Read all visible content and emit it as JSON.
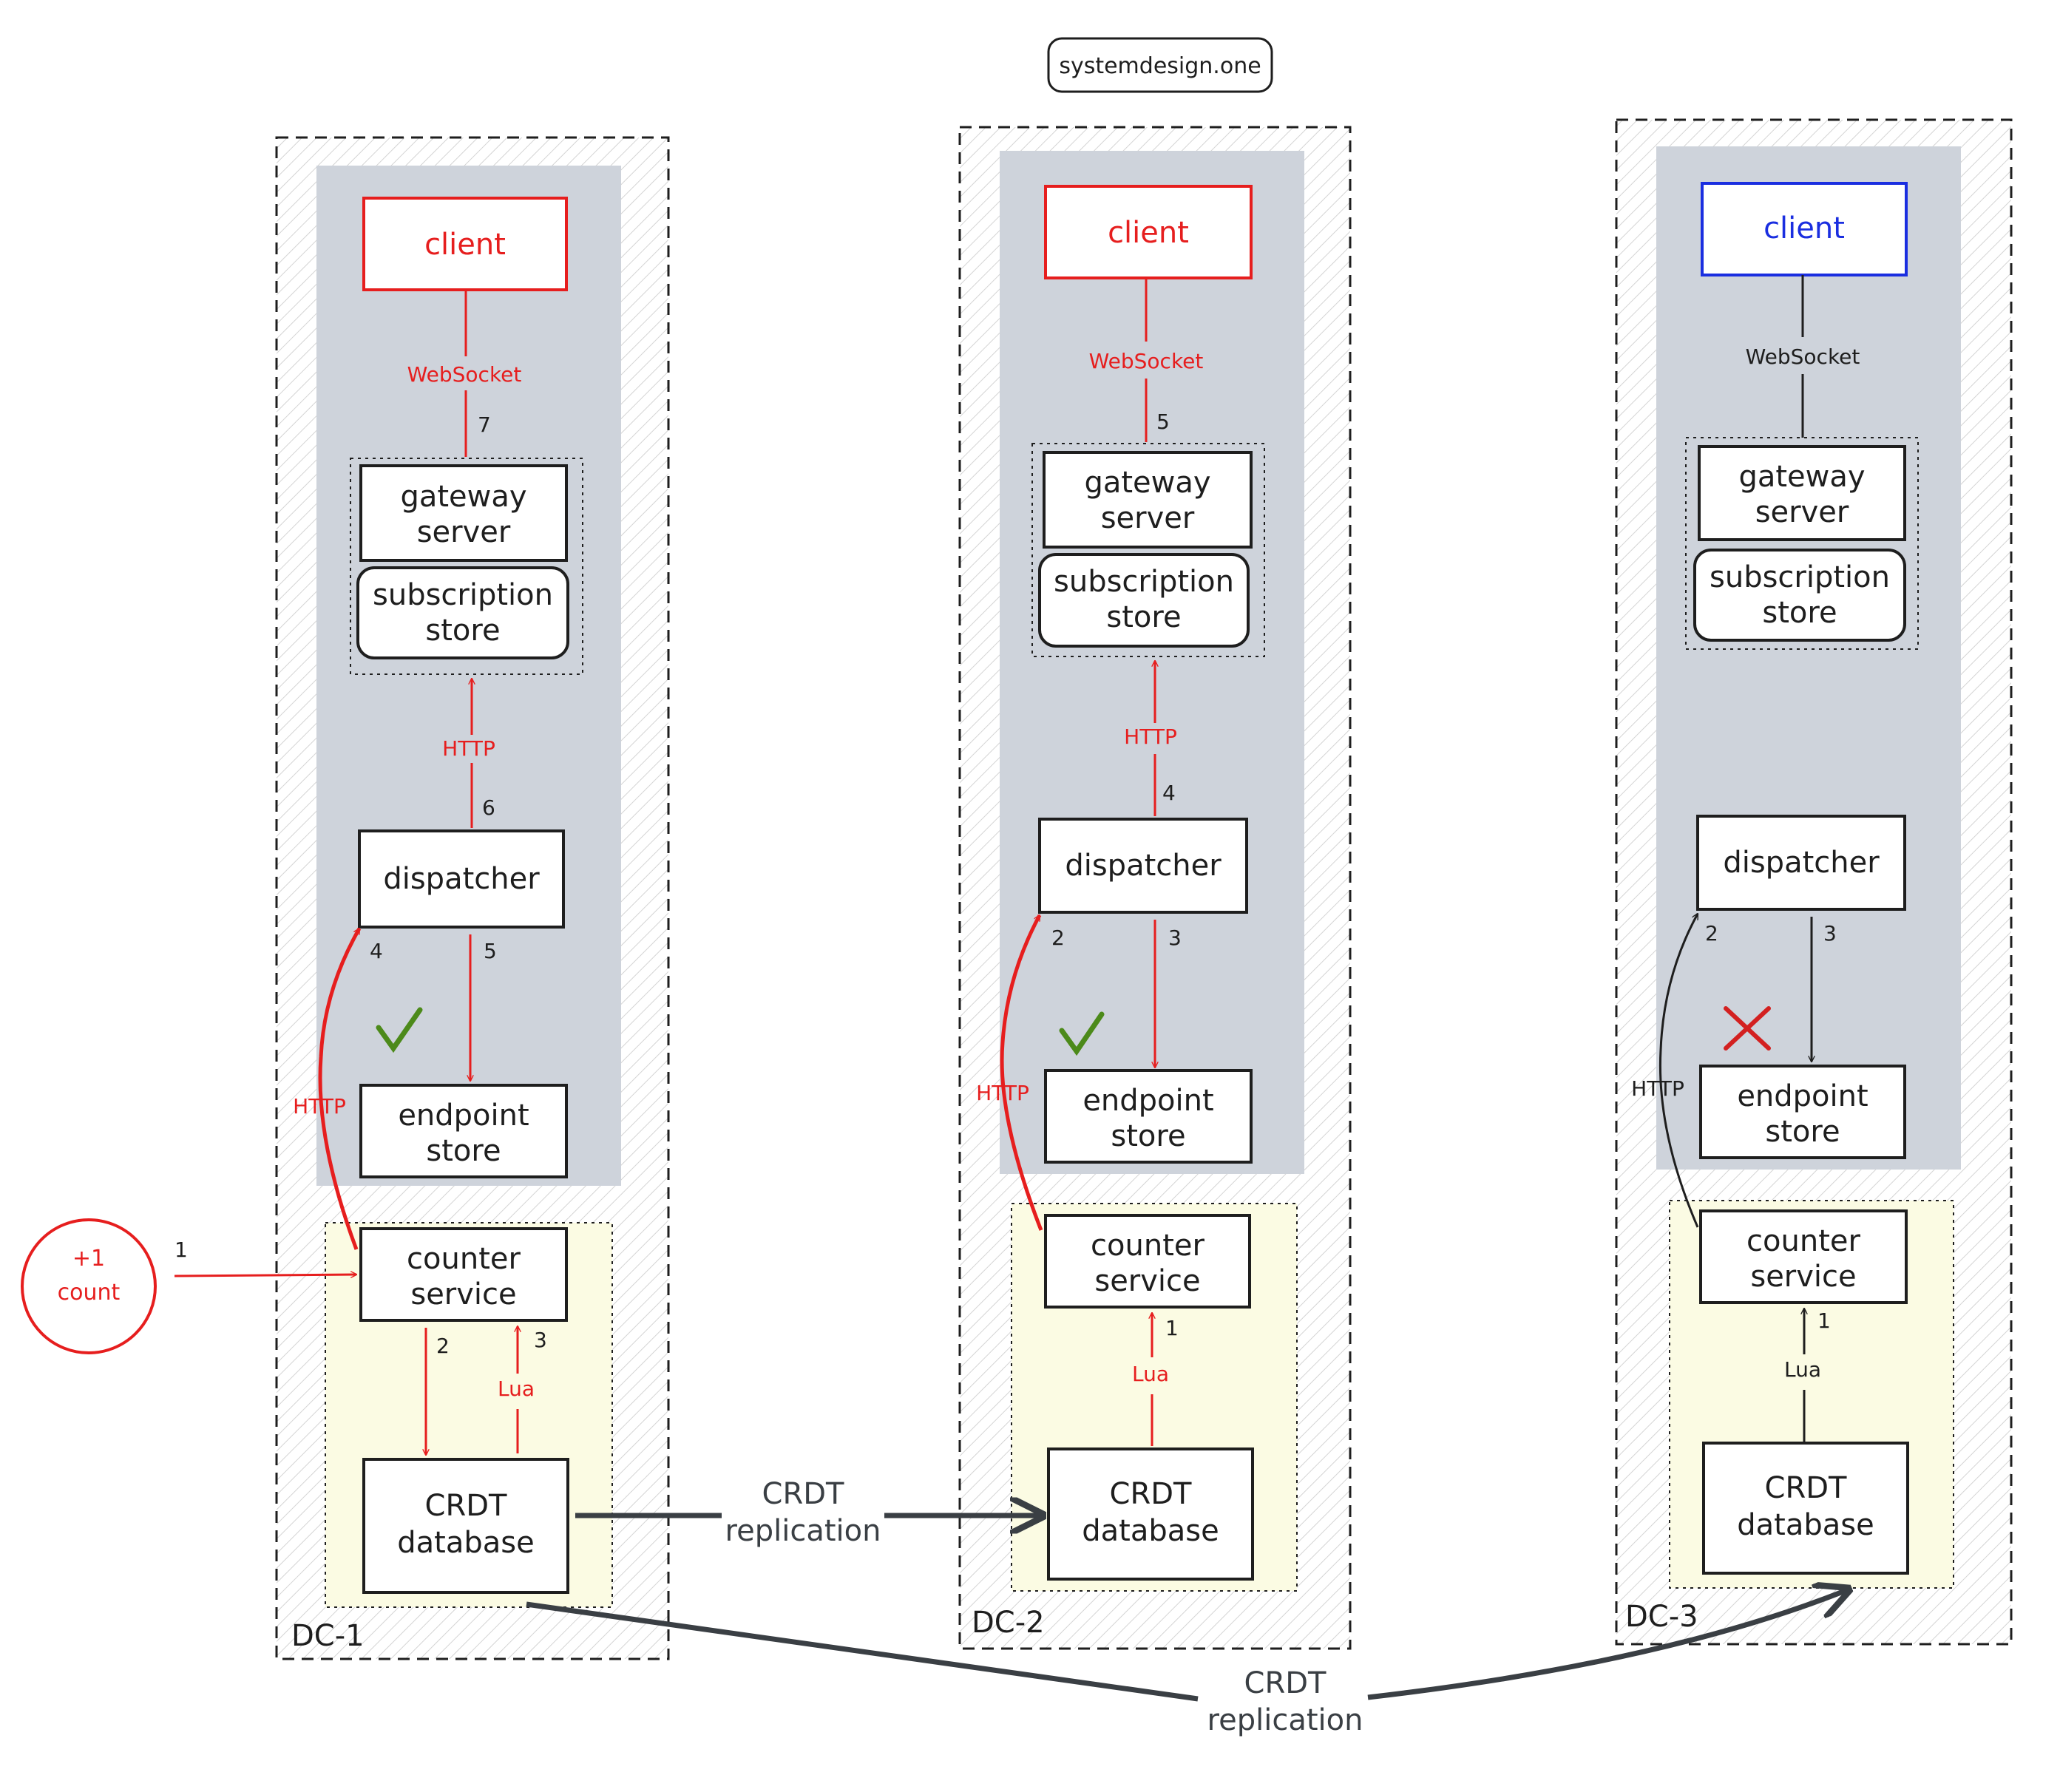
{
  "brand": "systemdesign.one",
  "colors": {
    "active": "#e61e1e",
    "passive": "#1e1e1e",
    "third_client": "#1a2ee0",
    "app_panel": "#ced3db",
    "data_panel": "#fbfbe3",
    "check": "#4c8a1a",
    "cross": "#d32020",
    "replication": "#3a3f44"
  },
  "dc1": {
    "label": "DC-1",
    "client": "client",
    "websocket": "WebSocket",
    "step_ws": "7",
    "gateway": [
      "gateway",
      "server"
    ],
    "subscription": [
      "subscription",
      "store"
    ],
    "http_top": "HTTP",
    "step_http_top": "6",
    "dispatcher": "dispatcher",
    "step_to_dispatcher": "4",
    "step_from_dispatcher": "5",
    "endpoint": [
      "endpoint",
      "store"
    ],
    "endpoint_status_icon": "checkmark",
    "http_side": "HTTP",
    "counter": [
      "counter",
      "service"
    ],
    "step_write": "2",
    "step_lua": "3",
    "lua": "Lua",
    "database": [
      "CRDT",
      "database"
    ]
  },
  "dc2": {
    "label": "DC-2",
    "client": "client",
    "websocket": "WebSocket",
    "step_ws": "5",
    "gateway": [
      "gateway",
      "server"
    ],
    "subscription": [
      "subscription",
      "store"
    ],
    "http_top": "HTTP",
    "step_http_top": "4",
    "dispatcher": "dispatcher",
    "step_to_dispatcher": "2",
    "step_from_dispatcher": "3",
    "endpoint": [
      "endpoint",
      "store"
    ],
    "endpoint_status_icon": "checkmark",
    "http_side": "HTTP",
    "counter": [
      "counter",
      "service"
    ],
    "step_lua": "1",
    "lua": "Lua",
    "database": [
      "CRDT",
      "database"
    ]
  },
  "dc3": {
    "label": "DC-3",
    "client": "client",
    "websocket": "WebSocket",
    "gateway": [
      "gateway",
      "server"
    ],
    "subscription": [
      "subscription",
      "store"
    ],
    "dispatcher": "dispatcher",
    "step_to_dispatcher": "2",
    "step_from_dispatcher": "3",
    "endpoint": [
      "endpoint",
      "store"
    ],
    "endpoint_status_icon": "cross",
    "http_side": "HTTP",
    "counter": [
      "counter",
      "service"
    ],
    "step_lua": "1",
    "lua": "Lua",
    "database": [
      "CRDT",
      "database"
    ]
  },
  "input": {
    "label": [
      "+1",
      "count"
    ],
    "step": "1"
  },
  "replication": {
    "dc1_to_dc2": [
      "CRDT",
      "replication"
    ],
    "dc1_to_dc3": [
      "CRDT",
      "replication"
    ]
  }
}
